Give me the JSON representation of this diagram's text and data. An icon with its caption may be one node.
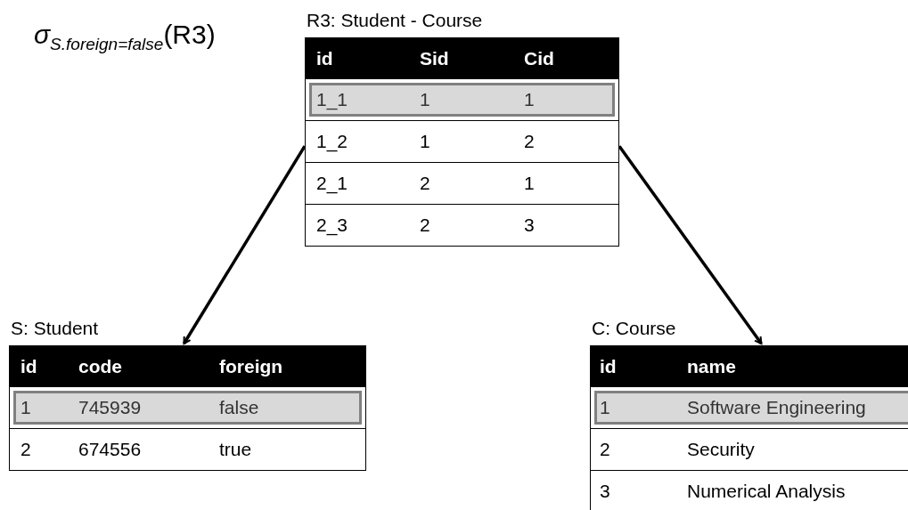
{
  "diagram": {
    "title": "*σ*$_{S.foreign=false}$(R3)",
    "nodes": [
      {
        "text": [
          "R3: Student - Course"
        ]
      },
      {
        "text": [
          "id",
          "Sid",
          "Cid"
        ],
        "in": 0
      },
      {
        "text": [
          "1_1",
          "1",
          "1"
        ],
        "in": 0
      },
      {
        "text": [
          "1_2",
          "1",
          "2"
        ],
        "in": 0
      },
      {
        "text": [
          "2_1",
          "2",
          "1"
        ],
        "in": 0
      },
      {
        "text": [
          "2_3",
          "2",
          "3"
        ],
        "in": 0
      },
      {
        "text": [
          "S: Student"
        ]
      },
      {
        "text": [
          "id",
          "code",
          "foreign"
        ],
        "in": 6
      },
      {
        "text": [
          "1",
          "745939",
          "false"
        ],
        "in": 6
      },
      {
        "text": [
          "2",
          "674556",
          "true"
        ],
        "in": 6
      },
      {
        "text": [
          "C: Course"
        ]
      },
      {
        "text": [
          "id",
          "name"
        ],
        "in": 10
      },
      {
        "text": [
          "1",
          "Software Engineering"
        ],
        "in": 10
      },
      {
        "text": [
          "2",
          "Security"
        ],
        "in": 10
      },
      {
        "text": [
          "3",
          "Numerical Analysis"
        ],
        "in": 10
      }
    ],
    "edges": [
      {
        "from": 0,
        "to": 6,
        "arrow": "to"
      },
      {
        "from": 0,
        "to": 10,
        "arrow": "to"
      }
    ]
  }
}
